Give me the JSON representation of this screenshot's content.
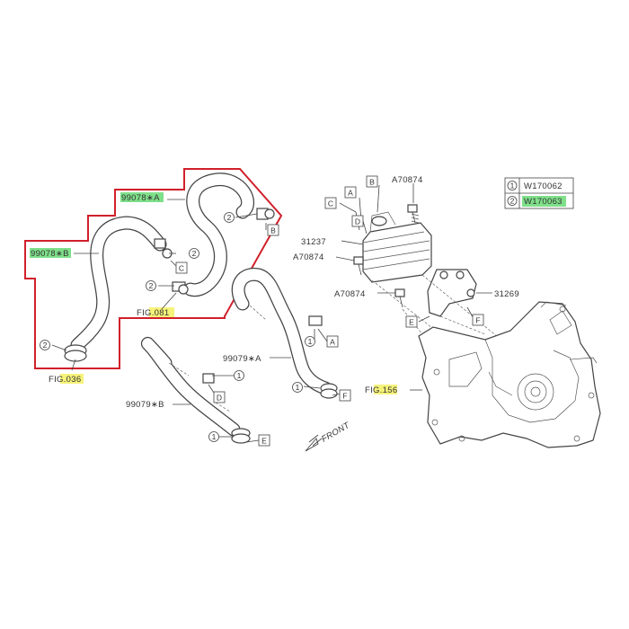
{
  "colors": {
    "outline_red": "#d0202a",
    "highlight_green": "#7fe08a",
    "highlight_yellow": "#f6f37a",
    "line": "#444444"
  },
  "parts": {
    "hose_99078_a": "99078∗A",
    "hose_99078_b": "99078∗B",
    "hose_99079_a": "99079∗A",
    "hose_99079_b": "99079∗B",
    "cooler": "31237",
    "bracket": "31269",
    "bolt_top": "A70874",
    "bolt_mid": "A70874",
    "bolt_low": "A70874"
  },
  "fig_refs": {
    "fig081": "FIG.081",
    "fig036": "FIG.036",
    "fig156": "FIG.156"
  },
  "legend": {
    "row1_num": "1",
    "row1_code": "W170062",
    "row2_num": "2",
    "row2_code": "W170063"
  },
  "callouts": {
    "a": "A",
    "b": "B",
    "c": "C",
    "d": "D",
    "e": "E",
    "f": "F",
    "one": "1",
    "two": "2"
  },
  "front_label": "FRONT"
}
